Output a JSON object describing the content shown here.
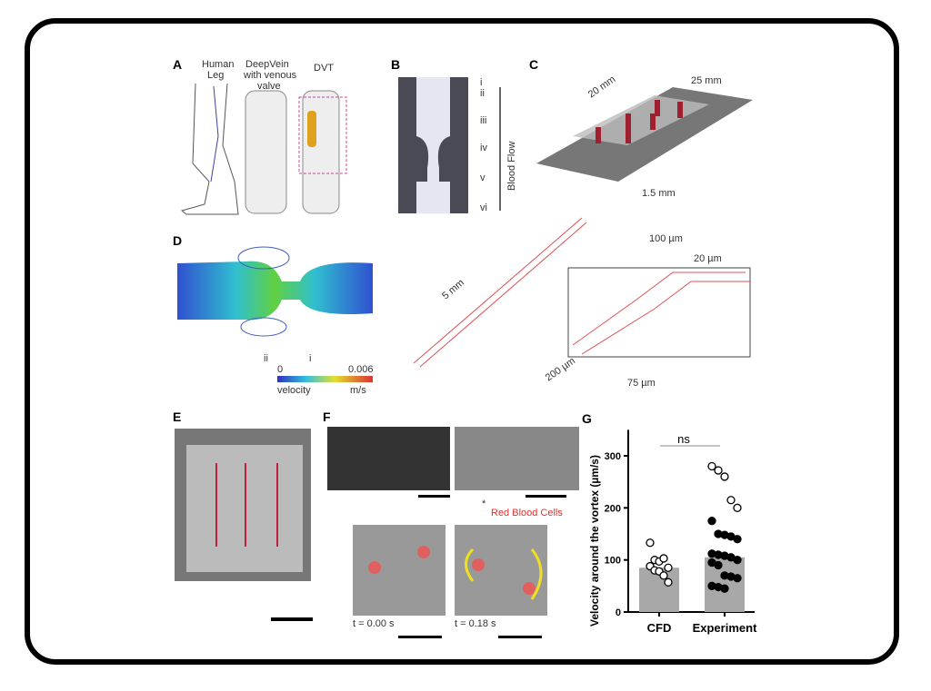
{
  "panels": {
    "A": {
      "label": "A",
      "leg": [
        "Human",
        "Leg"
      ],
      "vein": [
        "DeepVein",
        "with venous",
        "valve"
      ],
      "dvt": "DVT"
    },
    "B": {
      "label": "B",
      "markers": [
        "i",
        "ii",
        "iii",
        "iv",
        "v",
        "vi"
      ],
      "flow": "Blood Flow"
    },
    "C": {
      "label": "C",
      "dim1": "20 mm",
      "dim2": "25 mm",
      "dim3": "1.5 mm"
    },
    "D": {
      "label": "D",
      "markers": [
        "ii",
        "i"
      ],
      "scale_min": "0",
      "scale_max": "0.006",
      "scale_label": "velocity",
      "scale_unit": "m/s",
      "len": "5 mm",
      "d1": "100 µm",
      "d2": "20 µm",
      "d3": "200 µm",
      "d4": "75 µm"
    },
    "E": {
      "label": "E"
    },
    "F": {
      "label": "F",
      "star": "*",
      "rbc": "Red Blood Cells",
      "t0": "t = 0.00 s",
      "t1": "t = 0.18 s"
    }
  },
  "colors": {
    "valve": "#4a4a55",
    "red": "#e03030",
    "magenta": "#d040a0",
    "bar": "#a8a8a8"
  },
  "chart_data": {
    "type": "bar",
    "title": "G",
    "ylabel": "Velocity around the vortex (µm/s)",
    "xlabel": "",
    "categories": [
      "CFD",
      "Experiment"
    ],
    "values": [
      85,
      105
    ],
    "ylim": [
      0,
      350
    ],
    "yticks": [
      0,
      100,
      200,
      300
    ],
    "annotation": "ns",
    "points": [
      [
        133,
        100,
        97,
        103,
        85,
        88,
        80,
        78,
        70,
        57
      ],
      [
        280,
        272,
        260,
        215,
        200,
        175,
        150,
        148,
        145,
        140,
        112,
        110,
        108,
        105,
        100,
        95,
        90,
        70,
        68,
        65,
        50,
        48,
        45
      ]
    ]
  }
}
